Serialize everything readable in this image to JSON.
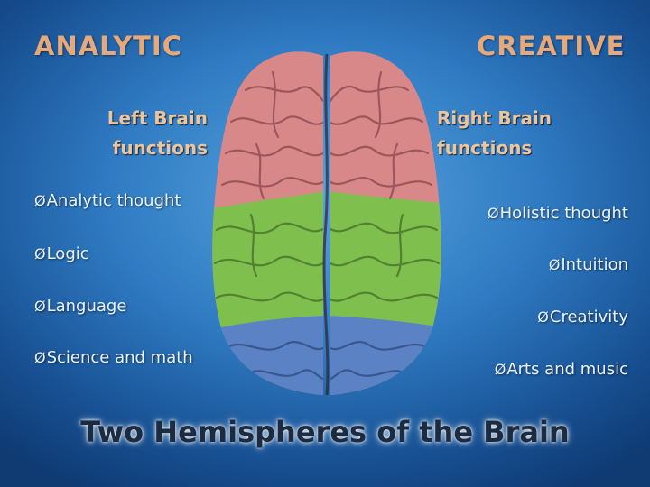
{
  "headings": {
    "left": "ANALYTIC",
    "right": "CREATIVE"
  },
  "subheadings": {
    "left_line1": "Left Brain",
    "left_line2": "functions",
    "right_line1": "Right Brain",
    "right_line2": "functions"
  },
  "bullet_glyph": "Ø",
  "left_functions": [
    "Analytic thought",
    "Logic",
    "Language",
    "Science and math"
  ],
  "right_functions": [
    "Holistic thought",
    "Intuition",
    "Creativity",
    "Arts and music"
  ],
  "caption": "Two Hemispheres of the Brain",
  "colors": {
    "frontal_lobe": "#d9888a",
    "middle_lobe": "#7fbf4d",
    "rear_lobe": "#5a82c4",
    "heading": "#e6a97c",
    "subheading": "#ecc49e"
  }
}
